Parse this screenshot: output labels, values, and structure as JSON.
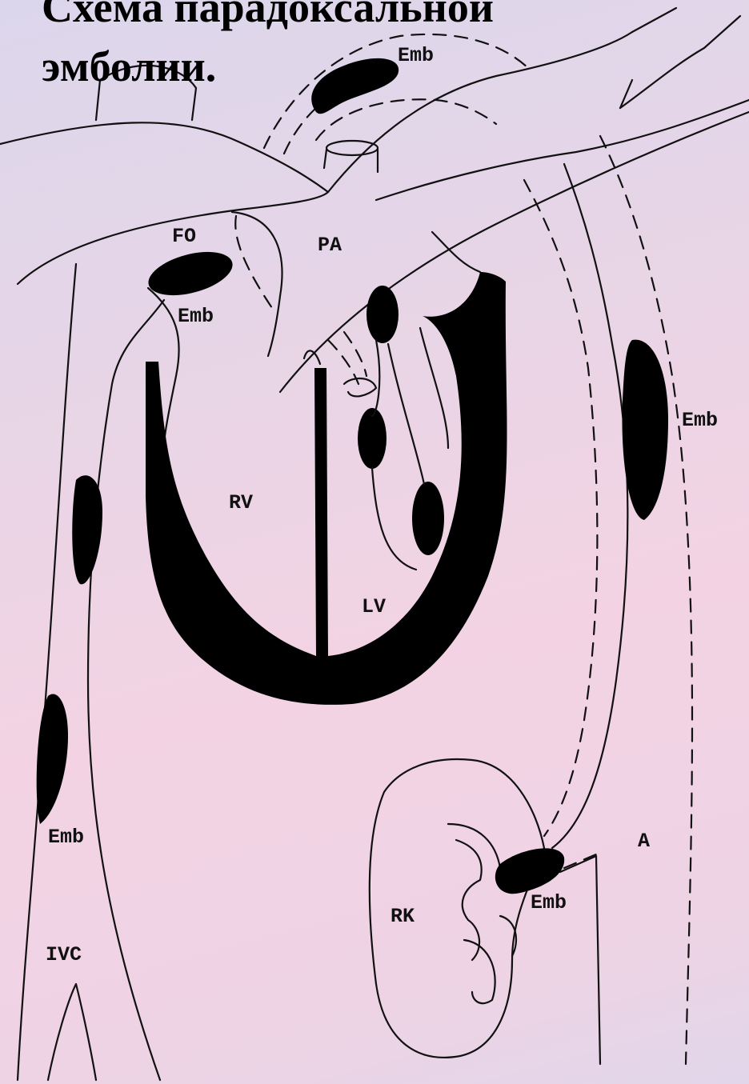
{
  "title": "Схема парадоксальной\nэмболии.",
  "labels": {
    "fo": "FO",
    "pa": "PA",
    "rv": "RV",
    "lv": "LV",
    "rk": "RK",
    "ivc": "IVC",
    "a": "A",
    "emb_top": "Emb",
    "emb_fo": "Emb",
    "emb_right": "Emb",
    "emb_left": "Emb",
    "emb_kidney": "Emb"
  },
  "colors": {
    "ink": "#111111",
    "background_top": "#dcd6ec",
    "background_mid": "#f3d3e3"
  }
}
